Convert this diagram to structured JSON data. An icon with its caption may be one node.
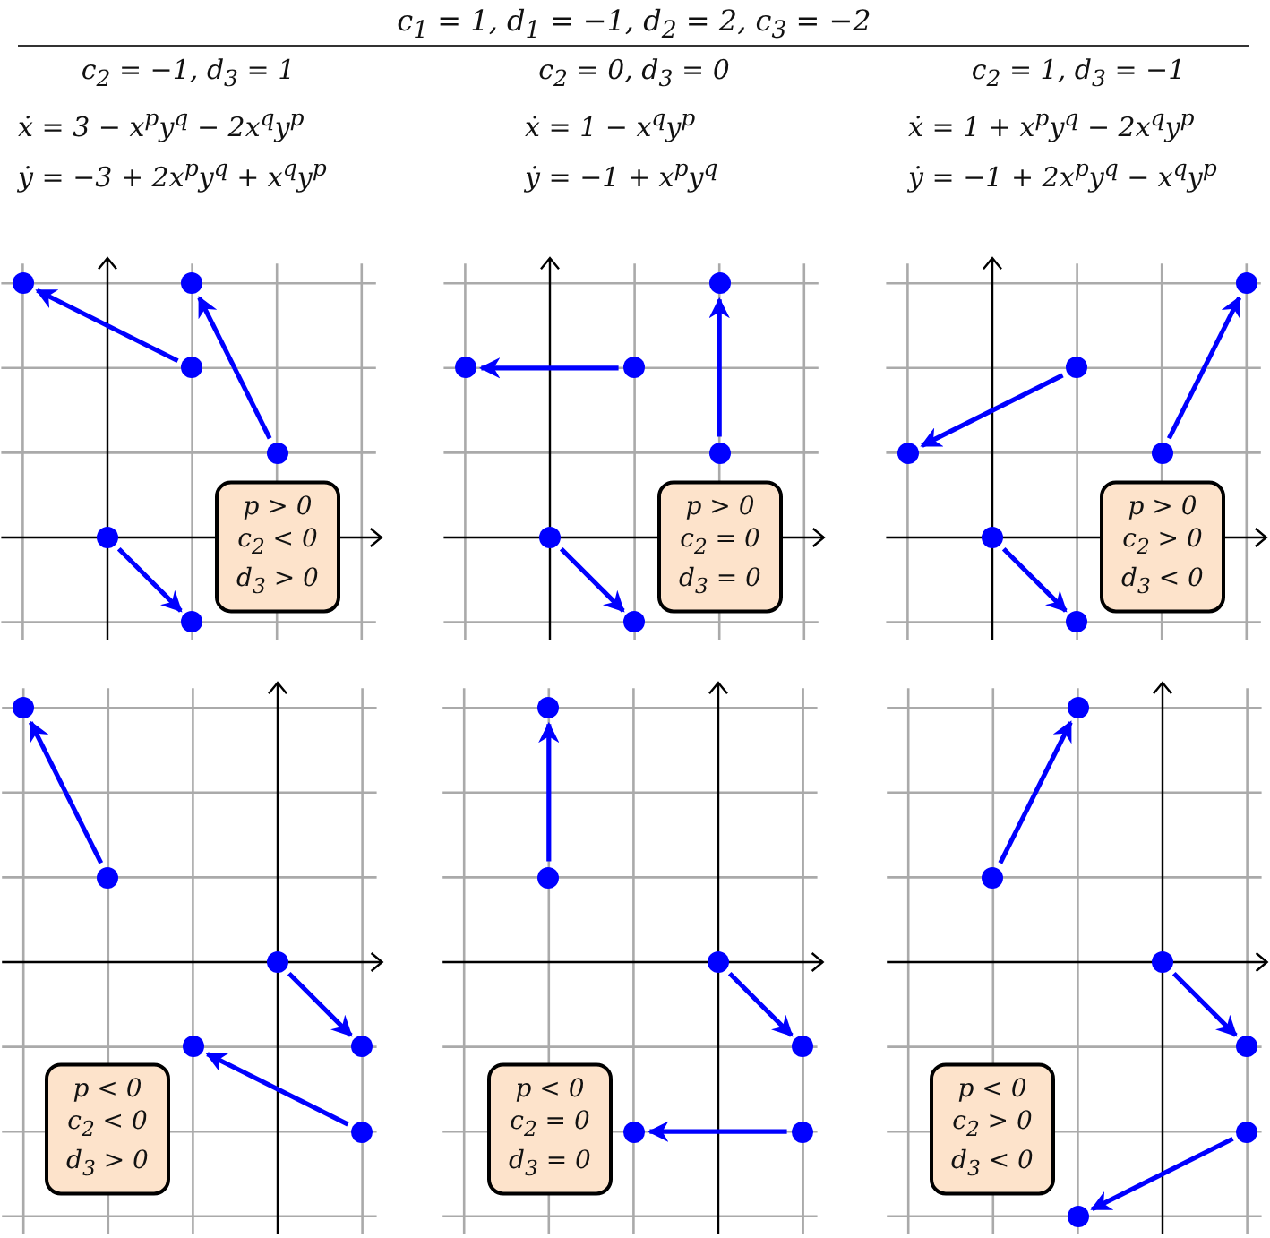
{
  "diagram": {
    "nodes": [
      {
        "text": [],
        "shape": "circle"
      },
      {
        "text": [],
        "shape": "circle"
      },
      {
        "text": [],
        "shape": "circle"
      },
      {
        "text": [],
        "shape": "circle"
      },
      {
        "text": [],
        "shape": "circle"
      },
      {
        "text": [],
        "shape": "circle"
      },
      {
        "text": [
          "p > 0",
          "c$_{2}$ < 0",
          "d$_{3}$ > 0"
        ]
      },
      {
        "text": [],
        "shape": "circle"
      },
      {
        "text": [],
        "shape": "circle"
      },
      {
        "text": [],
        "shape": "circle"
      },
      {
        "text": [],
        "shape": "circle"
      },
      {
        "text": [],
        "shape": "circle"
      },
      {
        "text": [],
        "shape": "circle"
      },
      {
        "text": [
          "p > 0",
          "c$_{2}$ = 0",
          "d$_{3}$ = 0"
        ]
      },
      {
        "text": [],
        "shape": "circle"
      },
      {
        "text": [],
        "shape": "circle"
      },
      {
        "text": [],
        "shape": "circle"
      },
      {
        "text": [],
        "shape": "circle"
      },
      {
        "text": [],
        "shape": "circle"
      },
      {
        "text": [],
        "shape": "circle"
      },
      {
        "text": [
          "p > 0",
          "c$_{2}$ > 0",
          "d$_{3}$ < 0"
        ]
      },
      {
        "text": [],
        "shape": "circle"
      },
      {
        "text": [],
        "shape": "circle"
      },
      {
        "text": [],
        "shape": "circle"
      },
      {
        "text": [],
        "shape": "circle"
      },
      {
        "text": [],
        "shape": "circle"
      },
      {
        "text": [],
        "shape": "circle"
      },
      {
        "text": [
          "p < 0",
          "c$_{2}$ < 0",
          "d$_{3}$ > 0"
        ]
      },
      {
        "text": [],
        "shape": "circle"
      },
      {
        "text": [],
        "shape": "circle"
      },
      {
        "text": [],
        "shape": "circle"
      },
      {
        "text": [],
        "shape": "circle"
      },
      {
        "text": [],
        "shape": "circle"
      },
      {
        "text": [],
        "shape": "circle"
      },
      {
        "text": [
          "p < 0",
          "c$_{2}$ = 0",
          "d$_{3}$ = 0"
        ]
      },
      {
        "text": [],
        "shape": "circle"
      },
      {
        "text": [],
        "shape": "circle"
      },
      {
        "text": [],
        "shape": "circle"
      },
      {
        "text": [],
        "shape": "circle"
      },
      {
        "text": [],
        "shape": "circle"
      },
      {
        "text": [],
        "shape": "circle"
      },
      {
        "text": [
          "p < 0",
          "c$_{2}$ > 0",
          "d$_{3}$ < 0"
        ]
      }
    ],
    "edges": [
      {
        "from": 2,
        "to": 0,
        "arrow": "to"
      },
      {
        "from": 3,
        "to": 1,
        "arrow": "to"
      },
      {
        "from": 4,
        "to": 5,
        "arrow": "to"
      },
      {
        "from": 9,
        "to": 8,
        "arrow": "to"
      },
      {
        "from": 10,
        "to": 7,
        "arrow": "to"
      },
      {
        "from": 11,
        "to": 12,
        "arrow": "to"
      },
      {
        "from": 15,
        "to": 16,
        "arrow": "to"
      },
      {
        "from": 17,
        "to": 14,
        "arrow": "to"
      },
      {
        "from": 18,
        "to": 19,
        "arrow": "to"
      },
      {
        "from": 22,
        "to": 21,
        "arrow": "to"
      },
      {
        "from": 23,
        "to": 25,
        "arrow": "to"
      },
      {
        "from": 26,
        "to": 24,
        "arrow": "to"
      },
      {
        "from": 29,
        "to": 28,
        "arrow": "to"
      },
      {
        "from": 30,
        "to": 31,
        "arrow": "to"
      },
      {
        "from": 33,
        "to": 32,
        "arrow": "to"
      },
      {
        "from": 36,
        "to": 35,
        "arrow": "to"
      },
      {
        "from": 37,
        "to": 38,
        "arrow": "to"
      },
      {
        "from": 39,
        "to": 40,
        "arrow": "to"
      }
    ],
    "labels": [
      "c$_{1}$ = 1, d$_{1}$ = −1, d$_{2}$ = 2, c$_{3}$ = −2",
      "c$_{2}$ = −1, d$_{3}$ = 1",
      "c$_{2}$ = 0, d$_{3}$ = 0",
      "c$_{2}$ = 1, d$_{3}$ = −1",
      "ẋ = 3 − x$^{p}$y$^{q}$ − 2x$^{q}$y$^{p}$",
      "ẋ = 1 − x$^{q}$y$^{p}$",
      "ẋ = 1 + x$^{p}$y$^{q}$ − 2x$^{q}$y$^{p}$",
      "ẏ = −3 + 2x$^{p}$y$^{q}$ + x$^{q}$y$^{p}$",
      "ẏ = −1 + x$^{p}$y$^{q}$",
      "ẏ = −1 + 2x$^{p}$y$^{q}$ − x$^{q}$y$^{p}$"
    ]
  }
}
